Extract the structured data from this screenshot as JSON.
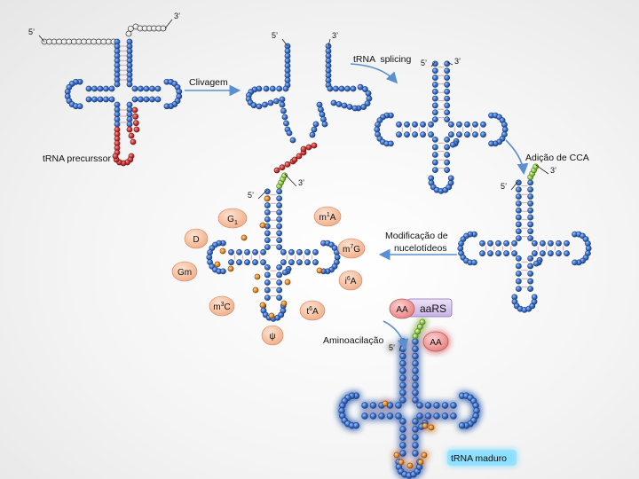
{
  "labels": {
    "five_prime": "5’",
    "three_prime": "3’",
    "precursor": "tRNA precurssor",
    "cleavage": "Clivagem",
    "splicing": "tRNA  splicing",
    "cca": "Adição de CCA",
    "modification_line1": "Modificação de",
    "modification_line2": "nucelotídeos",
    "aminoacylation": "Aminoacilação",
    "mature": "tRNA maduro"
  },
  "modifications": [
    {
      "base": "G",
      "sub": "1",
      "sup": ""
    },
    {
      "base": "A",
      "sub": "",
      "sup": "1",
      "prefix": "m"
    },
    {
      "base": "D",
      "sub": "",
      "sup": ""
    },
    {
      "base": "G",
      "sub": "",
      "sup": "7",
      "prefix": "m"
    },
    {
      "base": "Gm",
      "sub": "",
      "sup": ""
    },
    {
      "base": "A",
      "sub": "",
      "sup": "6",
      "prefix": "i"
    },
    {
      "base": "C",
      "sub": "",
      "sup": "3",
      "prefix": "m"
    },
    {
      "base": "A",
      "sub": "",
      "sup": "6",
      "prefix": "t"
    },
    {
      "base": "ψ",
      "sub": "",
      "sup": ""
    }
  ],
  "enzyme": {
    "amino_acid": "AA",
    "name": "aaRS"
  },
  "colors": {
    "nucleotide": "#3b6fc4",
    "precursor_tail": "#c43030",
    "leader": "#ffffff",
    "cca": "#8fc24a",
    "modified": "#e08a2a",
    "arrow": "#5a8fd0",
    "bubble": "#f6c3a4",
    "aa_bubble": "#f4a0a0",
    "enzyme_box": "#d8c8ee",
    "glow": "#5fd0ff"
  }
}
